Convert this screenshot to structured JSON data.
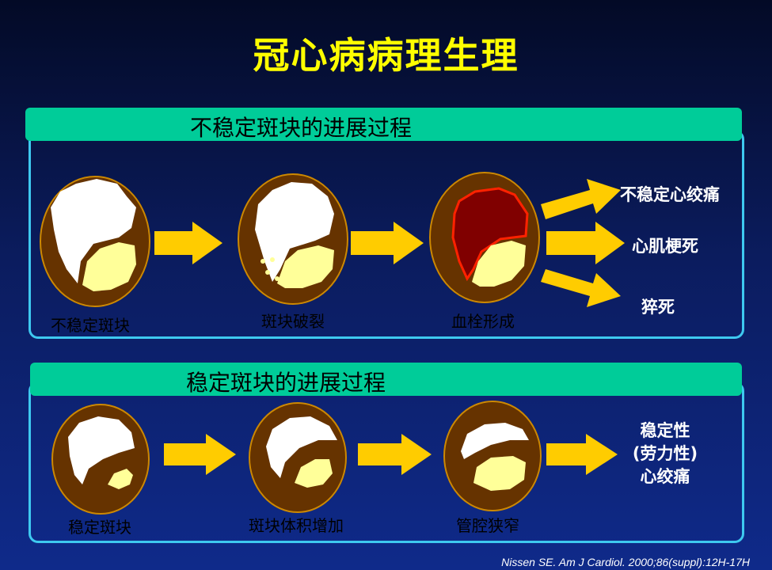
{
  "title": "冠心病病理生理",
  "unstable": {
    "heading": "不稳定斑块的进展过程",
    "stages": [
      "不稳定斑块",
      "斑块破裂",
      "血栓形成"
    ],
    "outcomes": [
      "不稳定心绞痛",
      "心肌梗死",
      "猝死"
    ]
  },
  "stable": {
    "heading": "稳定斑块的进展过程",
    "stages": [
      "稳定斑块",
      "斑块体积增加",
      "管腔狭窄"
    ],
    "outcome_lines": [
      "稳定性",
      "(劳力性)",
      "心绞痛"
    ]
  },
  "citation": "Nissen SE. Am J Cardiol. 2000;86(suppl):12H-17H",
  "colors": {
    "title": "#ffff00",
    "header_bar": "#00cc99",
    "panel_border": "#3ec9f0",
    "arrow": "#ffcc00",
    "vessel_wall": "#663300",
    "plaque": "#ffff99",
    "thrombus": "#800000"
  }
}
